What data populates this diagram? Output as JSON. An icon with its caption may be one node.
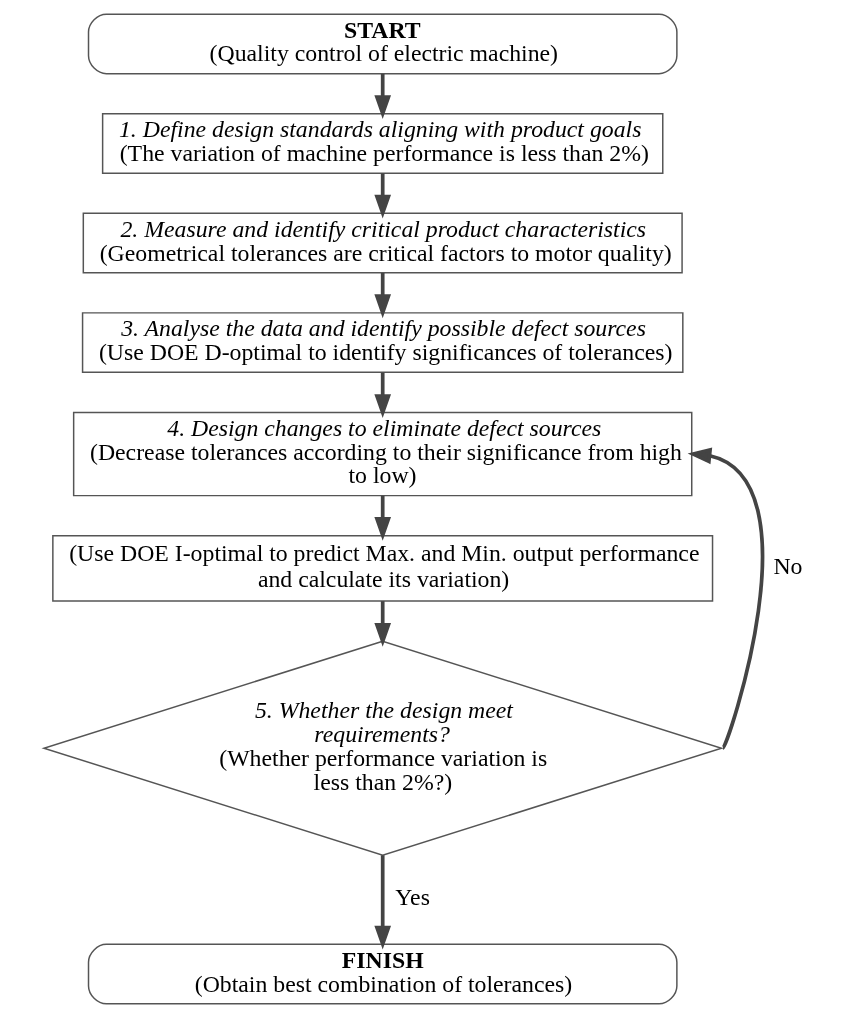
{
  "diagram": {
    "nodes": [
      {
        "text": [
          "START",
          "(Quality control of electric machine)"
        ]
      },
      {
        "text": [
          "1. Define design standards aligning with product goals",
          "(The variation of machine performance is less than 2%)"
        ]
      },
      {
        "text": [
          "2. Measure and identify critical product characteristics",
          "(Geometrical tolerances are critical factors to motor quality)"
        ]
      },
      {
        "text": [
          "3. Analyse the data and identify possible defect sources",
          "(Use DOE D-optimal to identify significances of tolerances)"
        ]
      },
      {
        "text": [
          "4. Design changes to eliminate defect sources",
          "(Decrease tolerances according to their significance from high to low)"
        ]
      },
      {
        "text": [
          "(Use DOE I-optimal to predict Max. and Min. output performance and calculate its variation)"
        ]
      },
      {
        "text": [
          "5. Whether the design meet requirements?",
          "(Whether performance variation is less than 2%?)"
        ]
      },
      {
        "text": [
          "FINISH",
          "(Obtain best combination of tolerances)"
        ]
      }
    ],
    "edges": [
      {
        "from": 0,
        "to": 1,
        "arrow": "to"
      },
      {
        "from": 1,
        "to": 2,
        "arrow": "to"
      },
      {
        "from": 2,
        "to": 3,
        "arrow": "to"
      },
      {
        "from": 3,
        "to": 4,
        "arrow": "to"
      },
      {
        "from": 4,
        "to": 5,
        "arrow": "to"
      },
      {
        "from": 5,
        "to": 6,
        "arrow": "to"
      },
      {
        "from": 6,
        "to": 7,
        "arrow": "to",
        "label": "Yes"
      },
      {
        "from": 6,
        "to": 4,
        "arrow": "to",
        "label": "No"
      }
    ]
  }
}
